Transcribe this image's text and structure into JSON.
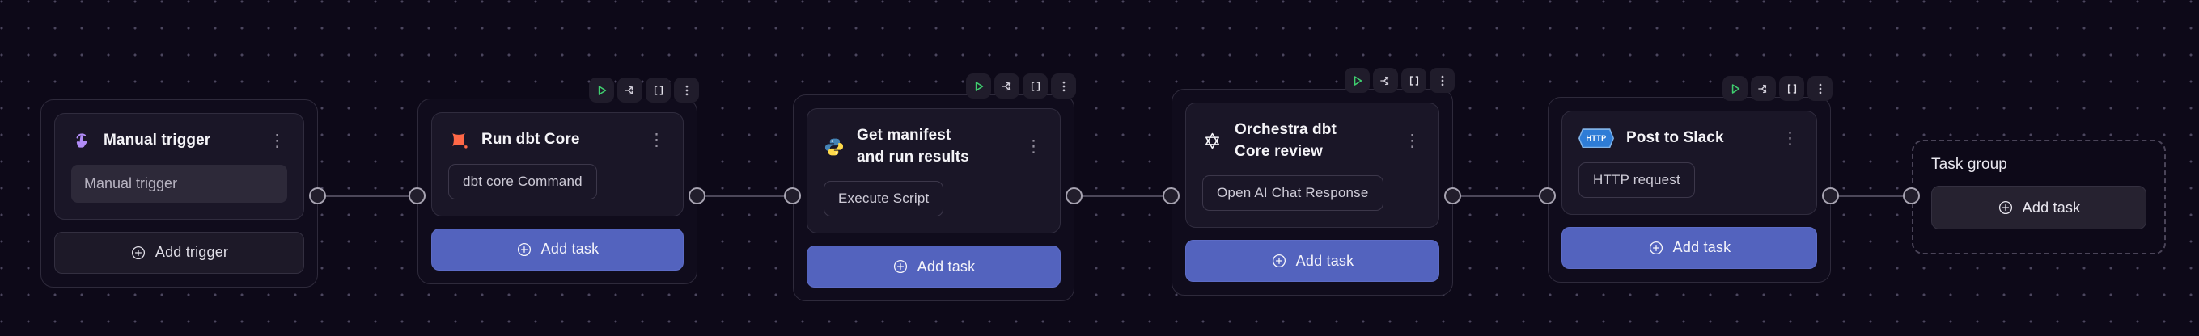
{
  "canvas": {
    "background_color": "#0d0918",
    "dot_color": "#4b465e",
    "edge_color": "#4c4759"
  },
  "colors": {
    "primary_button": "#5363be",
    "play_green": "#3fcf6f",
    "trigger_purple": "#b18cf7",
    "dbt_orange": "#ff6847",
    "python_blue": "#4584b6",
    "python_yellow": "#ffd94a",
    "http_blue": "#2e7cd6",
    "openai_white": "#f5f4f8"
  },
  "node_toolbar": {
    "icons": [
      "play-icon",
      "split-branch-icon",
      "brackets-icon",
      "kebab-menu-icon"
    ],
    "brackets_glyph": "[ ]",
    "kebab_glyph": "⋮"
  },
  "trigger_node": {
    "title": "Manual trigger",
    "icon": "tap-trigger-icon",
    "value": "Manual trigger",
    "add_button_label": "Add trigger",
    "menu_glyph": "⋮"
  },
  "task_nodes": [
    {
      "title": "Run dbt Core",
      "icon": "dbt-icon",
      "badge": "dbt core Command",
      "add_button_label": "Add task",
      "menu_glyph": "⋮"
    },
    {
      "title": "Get manifest and run results",
      "icon": "python-icon",
      "badge": "Execute Script",
      "add_button_label": "Add task",
      "menu_glyph": "⋮"
    },
    {
      "title": "Orchestra dbt Core review",
      "icon": "openai-icon",
      "badge": "Open AI Chat Response",
      "add_button_label": "Add task",
      "menu_glyph": "⋮"
    },
    {
      "title": "Post to Slack",
      "icon": "http-icon",
      "badge": "HTTP request",
      "add_button_label": "Add task",
      "menu_glyph": "⋮"
    }
  ],
  "http_chip_label": "HTTP",
  "task_group": {
    "label": "Task group",
    "add_button_label": "Add task"
  }
}
